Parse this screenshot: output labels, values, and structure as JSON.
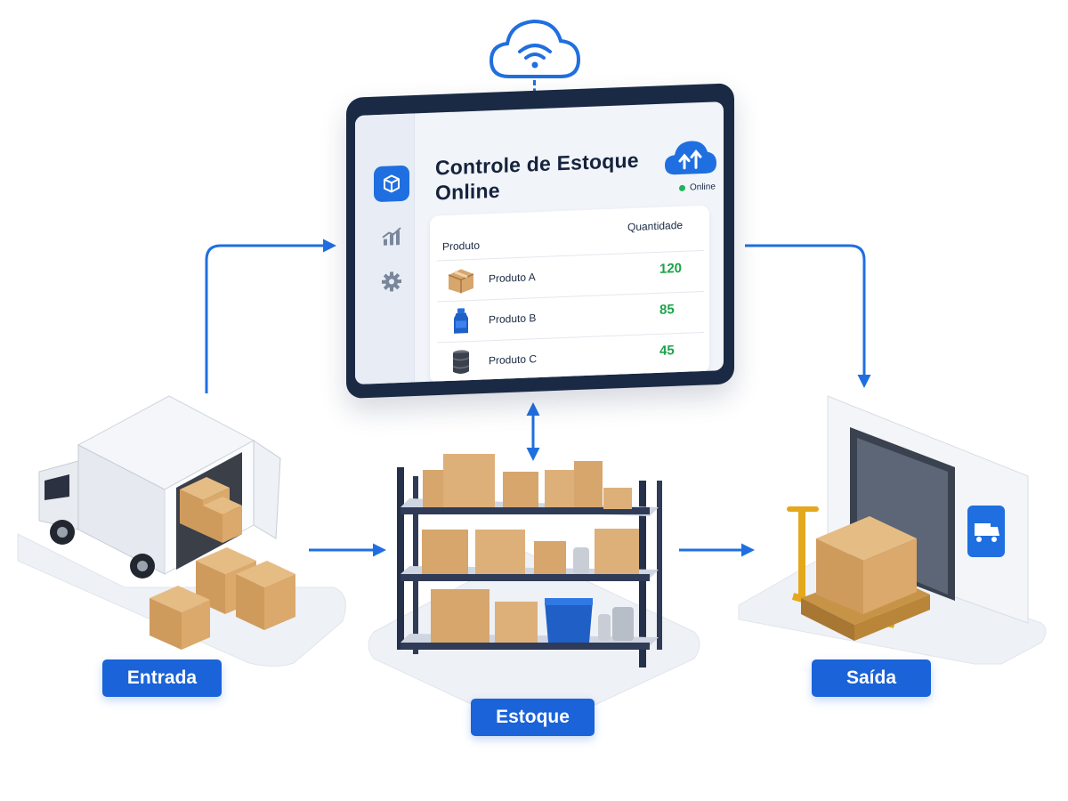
{
  "dashboard": {
    "title": "Controle de Estoque Online",
    "status": "Online",
    "columns": {
      "product": "Produto",
      "quantity": "Quantidade"
    },
    "rows": [
      {
        "name": "Produto A",
        "quantity": "120",
        "icon": "box-icon"
      },
      {
        "name": "Produto B",
        "quantity": "85",
        "icon": "bottle-icon"
      },
      {
        "name": "Produto C",
        "quantity": "45",
        "icon": "barrel-icon"
      }
    ],
    "sidebar_icons": [
      "box-icon",
      "bar-chart-icon",
      "gear-icon"
    ]
  },
  "stages": {
    "entrada": "Entrada",
    "estoque": "Estoque",
    "saida": "Saída"
  },
  "colors": {
    "accent": "#1a63d8",
    "dark_frame": "#1b2a44",
    "quantity_green": "#1aa34a",
    "cardboard": "#d6a66d"
  }
}
